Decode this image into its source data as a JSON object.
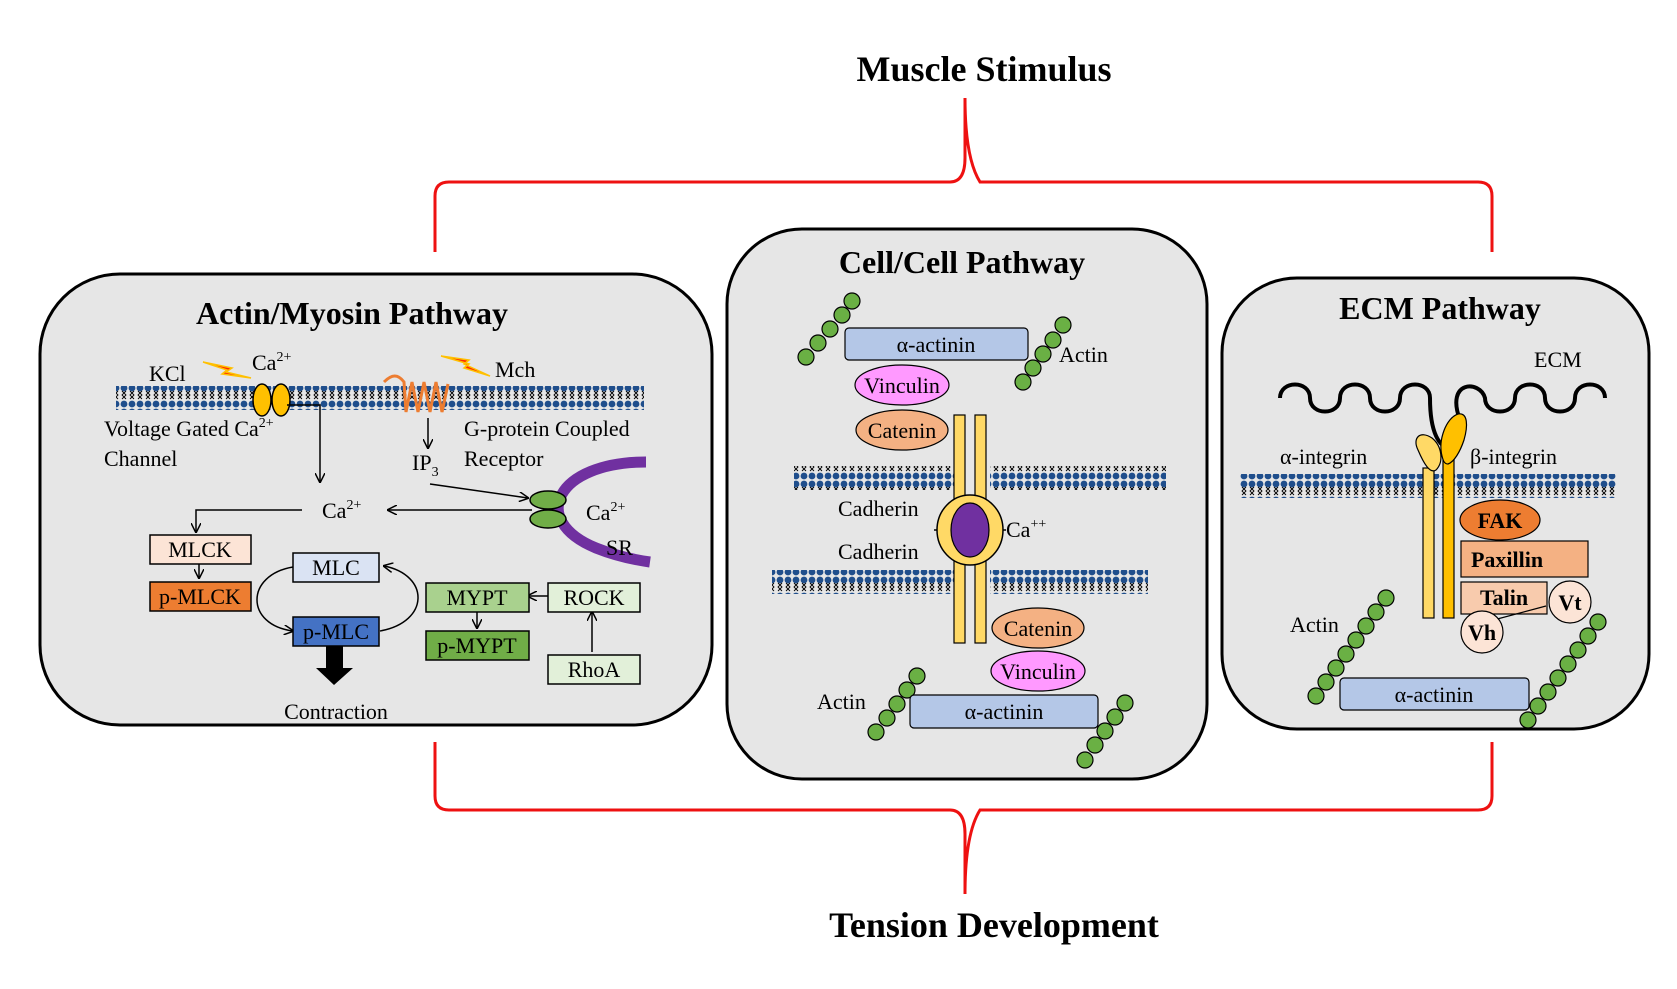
{
  "top_title": "Muscle Stimulus",
  "bottom_title": "Tension Development",
  "actin_myosin": {
    "title": "Actin/Myosin Pathway",
    "kcl": "KCl",
    "ca_top": "Ca",
    "sup_2plus": "2+",
    "mch": "Mch",
    "vgcc_line1": "Voltage Gated Ca",
    "vgcc_line2": "Channel",
    "gpcr_line1": "G-protein Coupled",
    "gpcr_line2": "Receptor",
    "ip3": "IP",
    "ip3_sub": "3",
    "ca_center": "Ca",
    "ca_sr": "Ca",
    "sr": "SR",
    "mlck": "MLCK",
    "pmlck": "p-MLCK",
    "mlc": "MLC",
    "pmlc": "p-MLC",
    "mypt": "MYPT",
    "pmypt": "p-MYPT",
    "rock": "ROCK",
    "rhoa": "RhoA",
    "contraction": "Contraction"
  },
  "cell_cell": {
    "title": "Cell/Cell Pathway",
    "actinin_top": "α-actinin",
    "actin_top": "Actin",
    "vinculin_top": "Vinculin",
    "catenin_top": "Catenin",
    "cadherin_1": "Cadherin",
    "cadherin_2": "Cadherin",
    "ca": "Ca",
    "ca_sup": "++",
    "catenin_bottom": "Catenin",
    "vinculin_bottom": "Vinculin",
    "actin_bottom": "Actin",
    "actinin_bottom": "α-actinin"
  },
  "ecm": {
    "title": "ECM Pathway",
    "ecm": "ECM",
    "a_integrin": "α-integrin",
    "b_integrin": "β-integrin",
    "fak": "FAK",
    "paxillin": "Paxillin",
    "talin": "Talin",
    "vt": "Vt",
    "vh": "Vh",
    "actin": "Actin",
    "actinin": "α-actinin"
  },
  "colors": {
    "bracket": "#ee1111",
    "panel_fill": "#e6e6e6",
    "membrane": "#1f4e8c",
    "actin_bead": "#6ab044",
    "actinin": "#b4c7e7",
    "vinculin": "#ff99ff",
    "catenin": "#f4b183",
    "cadherin": "#ffd966",
    "ca_ion": "#7030a0",
    "fak": "#ed7d31",
    "paxillin": "#f4b183",
    "talin": "#f8cbad",
    "mlck": "#fce4d6",
    "pmlck": "#ed7d31",
    "mlc": "#dae3f3",
    "pmlc": "#4472c4",
    "mypt": "#a9d18e",
    "pmypt": "#70ad47",
    "rock": "#e2f0d9",
    "rhoa": "#e2f0d9",
    "sr": "#7030a0",
    "channel": "#ffc000",
    "gpcr": "#ed7d31",
    "lightning": "#ff2a00"
  }
}
